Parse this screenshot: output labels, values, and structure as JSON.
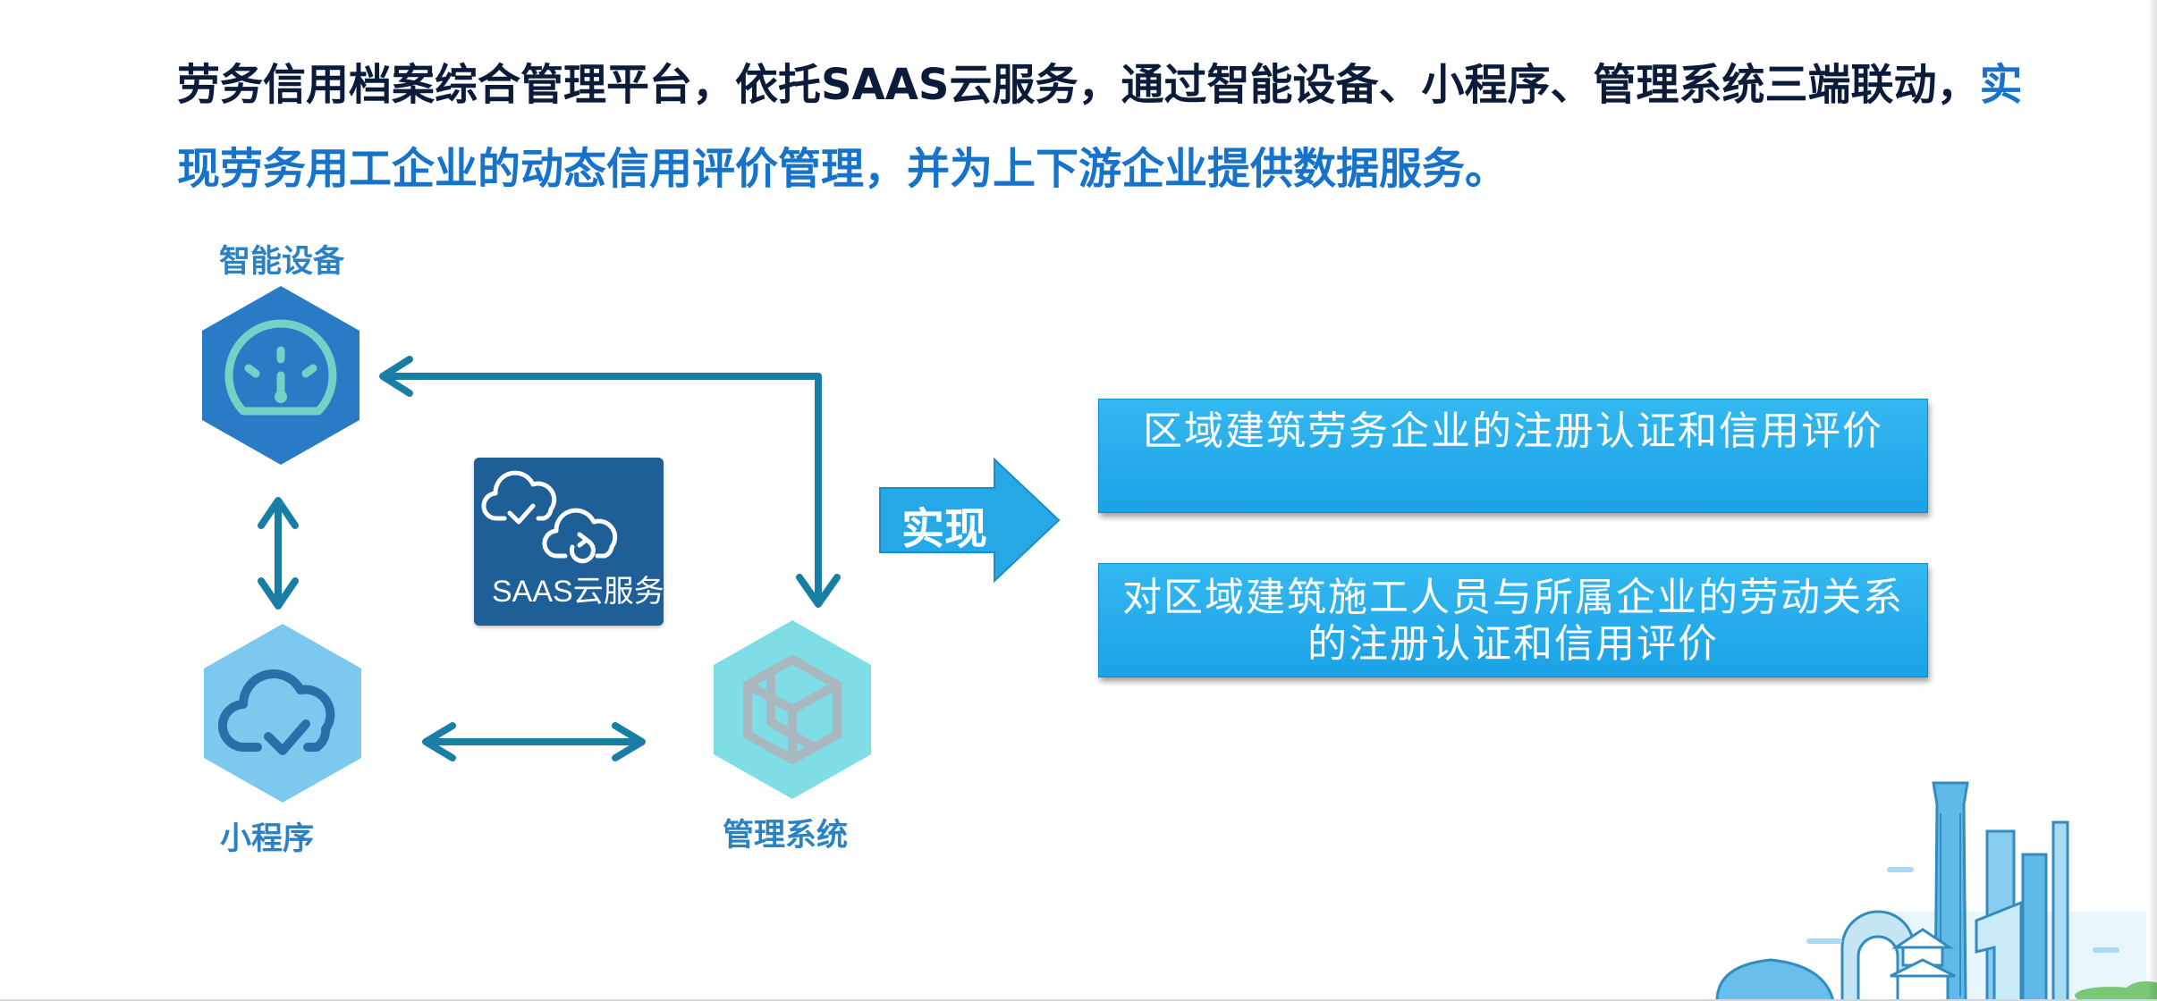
{
  "headline": {
    "part1": "劳务信用档案综合管理平台，依托SAAS云服务，通过智能设备、小程序、管理系统三端联动，",
    "part2": "实现劳务用工企业的动态信用评价管理，并为上下游企业提供数据服务。"
  },
  "nodes": {
    "smart_device": {
      "label": "智能设备",
      "icon": "dashboard-gauge-icon"
    },
    "mini_program": {
      "label": "小程序",
      "icon": "cloud-check-icon"
    },
    "management_system": {
      "label": "管理系统",
      "icon": "cube-logo-icon"
    }
  },
  "saas": {
    "label": "SAAS云服务",
    "icons": [
      "cloud-check-icon",
      "cloud-sync-icon"
    ]
  },
  "realize_arrow": {
    "label": "实现"
  },
  "results": [
    {
      "lines": [
        "区域建筑劳务企业的注册认证和信用评价"
      ]
    },
    {
      "lines": [
        "对区域建筑施工人员与所属企业的劳动关系",
        "的注册认证和信用评价"
      ]
    }
  ],
  "colors": {
    "headline_dark": "#0b1b3a",
    "headline_accent": "#1673c9",
    "node_label": "#2a82c4",
    "arrow": "#197ea6",
    "hex_device": "#2a7bc6",
    "hex_program": "#7cc8ef",
    "hex_system": "#7fdde6",
    "saas_box": "#1d5f96",
    "result_box": "#27afed"
  }
}
